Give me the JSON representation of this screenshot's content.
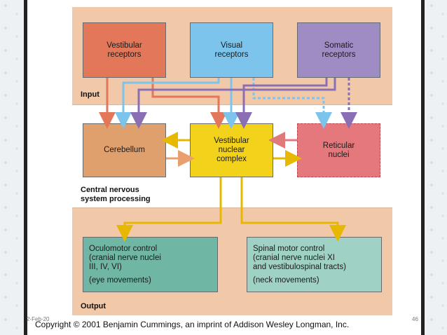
{
  "diagram": {
    "input_label": "Input",
    "cns_label_line1": "Central nervous",
    "cns_label_line2": "system processing",
    "output_label": "Output",
    "vestibular_receptors": {
      "line1": "Vestibular",
      "line2": "receptors",
      "color": "#e2775a"
    },
    "visual_receptors": {
      "line1": "Visual",
      "line2": "receptors",
      "color": "#7cc4ec"
    },
    "somatic_receptors": {
      "line1": "Somatic",
      "line2": "receptors",
      "color": "#a08cc4"
    },
    "cerebellum": {
      "label": "Cerebellum",
      "color": "#e0a06e"
    },
    "vestibular_nuclear_complex": {
      "line1": "Vestibular",
      "line2": "nuclear",
      "line3": "complex",
      "color": "#f3d21b"
    },
    "reticular_nuclei": {
      "line1": "Reticular",
      "line2": "nuclei",
      "color": "#e5787c"
    },
    "oculomotor": {
      "line1": "Oculomotor control",
      "line2": "(cranial nerve nuclei",
      "line3": "III, IV, VI)",
      "line4": "(eye movements)",
      "color": "#6fb7a4"
    },
    "spinal": {
      "line1": "Spinal motor control",
      "line2": "(cranial nerve nuclei XI",
      "line3": "and vestibulospinal tracts)",
      "line4": "(neck movements)",
      "color": "#9fd2c4"
    }
  },
  "footer": {
    "copyright": "Copyright © 2001 Benjamin Cummings, an imprint of Addison Wesley Longman, Inc.",
    "date": "2-Feb-20",
    "page_number": "46"
  },
  "arrow_colors": {
    "vestibular": "#e2775a",
    "visual": "#7cc4ec",
    "somatic": "#8a6fb4",
    "cerebellum": "#e8a070",
    "nuclear": "#e6b800",
    "reticular": "#e07a7a"
  }
}
